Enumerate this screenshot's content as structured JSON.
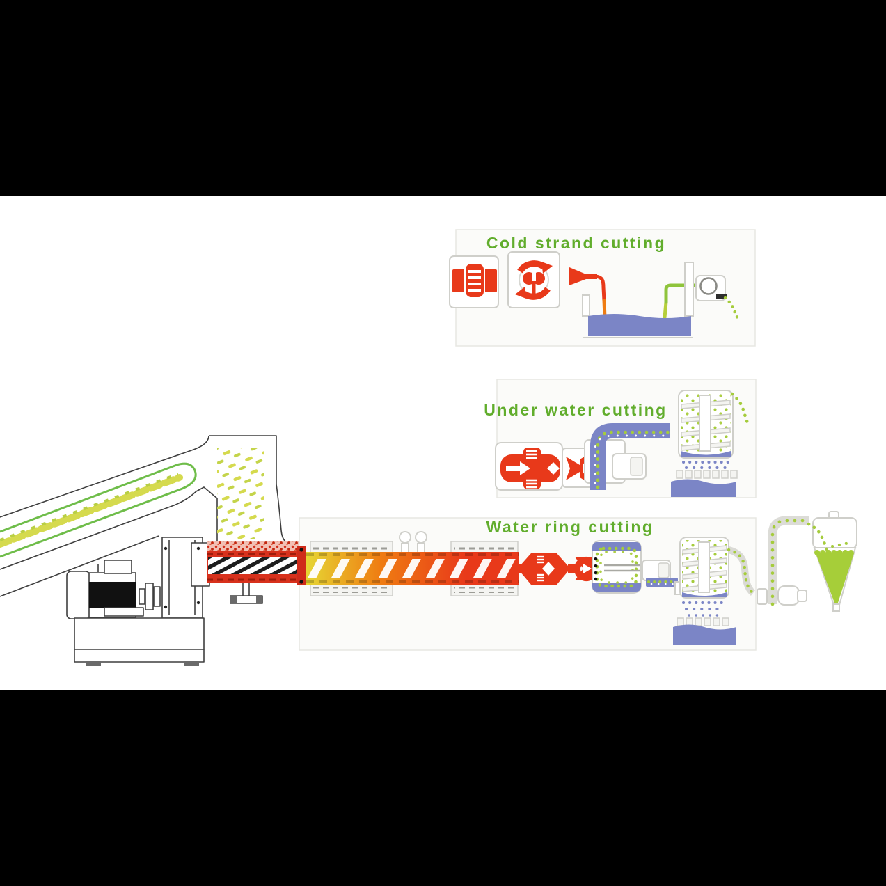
{
  "sections": {
    "cold_strand": {
      "title": "Cold strand cutting"
    },
    "under_water": {
      "title": "Under water cutting"
    },
    "water_ring": {
      "title": "Water ring cutting"
    }
  },
  "colors": {
    "title_green": "#61ad2c",
    "machine_red": "#e8391a",
    "melt_orange": "#ef7c12",
    "melt_yellow": "#e6d633",
    "strand_green": "#8fc43c",
    "pellet_green": "#a5cc3c",
    "water_blue": "#7b85c6",
    "outline_gray": "#cfcfca",
    "drawing_line": "#3f3f3f",
    "letterbox_black": "#000000",
    "background_white": "#ffffff"
  }
}
